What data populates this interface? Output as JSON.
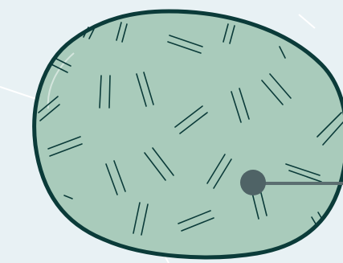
{
  "scene": {
    "background_color": "#e8f1f4",
    "blob_fill": "#a9cbbb",
    "blob_outline": "#0b3b39",
    "texture_color": "#0b3b39",
    "pointer_color": "#4f6366",
    "pointer_line_color": "#5b6e70",
    "highlight_color": "#ffffff"
  },
  "icons": [
    "blob-shape",
    "hatch-texture",
    "pointer-dot"
  ]
}
